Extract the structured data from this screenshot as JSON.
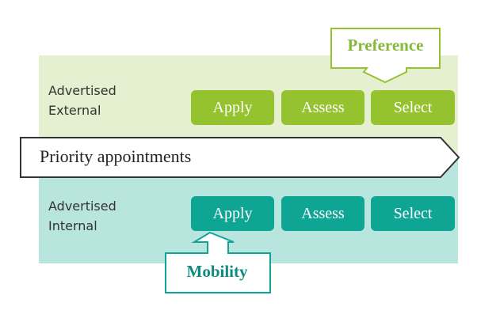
{
  "rows": {
    "external": {
      "label_line1": "Advertised",
      "label_line2": "External",
      "steps": [
        "Apply",
        "Assess",
        "Select"
      ],
      "color": "#94c32f",
      "band_color": "#e4f0cf"
    },
    "internal": {
      "label_line1": "Advertised",
      "label_line2": "Internal",
      "steps": [
        "Apply",
        "Assess",
        "Select"
      ],
      "color": "#0fa595",
      "band_color": "#b9e5df"
    }
  },
  "priority_arrow": {
    "label": "Priority appointments"
  },
  "callouts": {
    "preference": {
      "label": "Preference",
      "color": "#86b939"
    },
    "mobility": {
      "label": "Mobility",
      "color": "#0d8c7e"
    }
  }
}
